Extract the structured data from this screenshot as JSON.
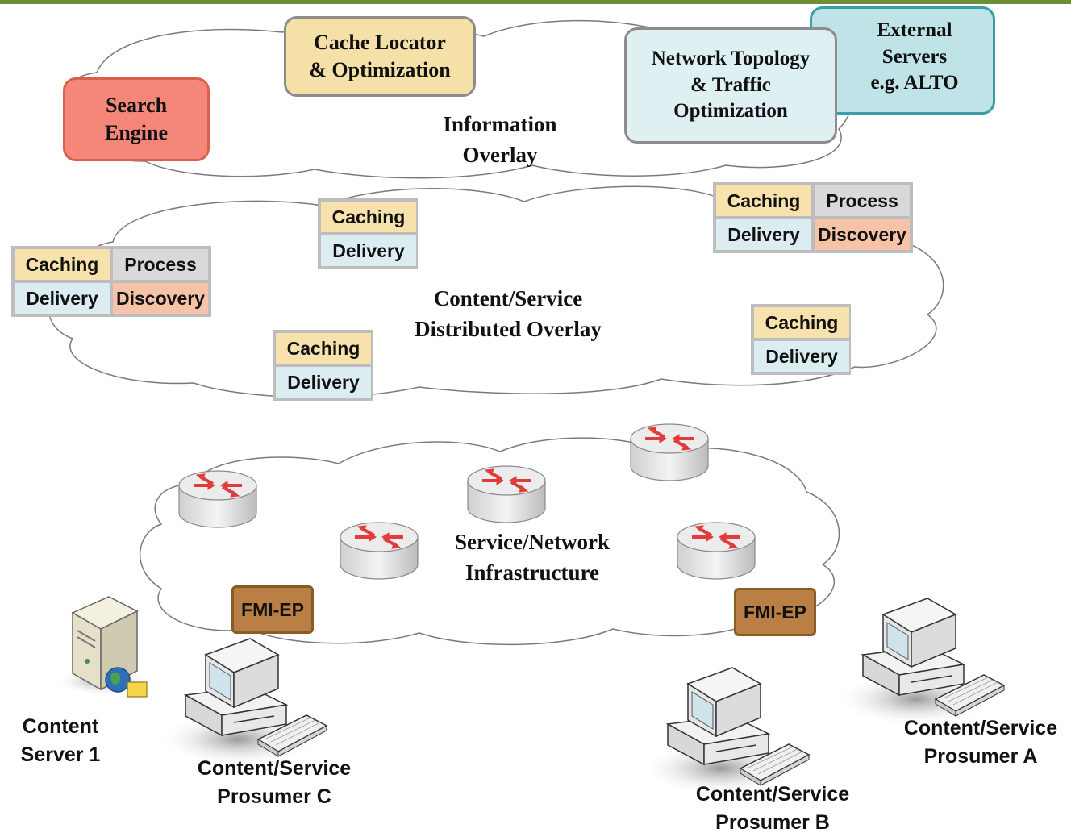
{
  "information_overlay": {
    "title_line1": "Information",
    "title_line2": "Overlay",
    "boxes": {
      "search_engine": {
        "line1": "Search",
        "line2": "Engine"
      },
      "cache_locator": {
        "line1": "Cache Locator",
        "line2": "& Optimization"
      },
      "network_topology": {
        "line1": "Network Topology",
        "line2": "& Traffic",
        "line3": "Optimization"
      },
      "external_servers": {
        "line1": "External",
        "line2": "Servers",
        "line3": "e.g. ALTO"
      }
    }
  },
  "distributed_overlay": {
    "title_line1": "Content/Service",
    "title_line2": "Distributed Overlay",
    "labels": {
      "caching": "Caching",
      "process": "Process",
      "delivery": "Delivery",
      "discovery": "Discovery"
    }
  },
  "infrastructure": {
    "title_line1": "Service/Network",
    "title_line2": "Infrastructure",
    "endpoint_label": "FMI-EP"
  },
  "nodes": {
    "server": {
      "line1": "Content",
      "line2": "Server 1"
    },
    "prosumer_c": {
      "line1": "Content/Service",
      "line2": "Prosumer C"
    },
    "prosumer_b": {
      "line1": "Content/Service",
      "line2": "Prosumer B"
    },
    "prosumer_a": {
      "line1": "Content/Service",
      "line2": "Prosumer A"
    }
  },
  "colors": {
    "top_bar": "#6e8f3a",
    "search_engine": "#f4877a",
    "cache_locator": "#f5e1a8",
    "network_topology": "#dff0f2",
    "external_servers": "#bfe3e6",
    "caching": "#f7e2ad",
    "process": "#d9d9db",
    "delivery": "#dcedf1",
    "discovery": "#f6c2a8",
    "fmi_ep": "#b97f45",
    "router_arrows": "#e23b3b"
  }
}
